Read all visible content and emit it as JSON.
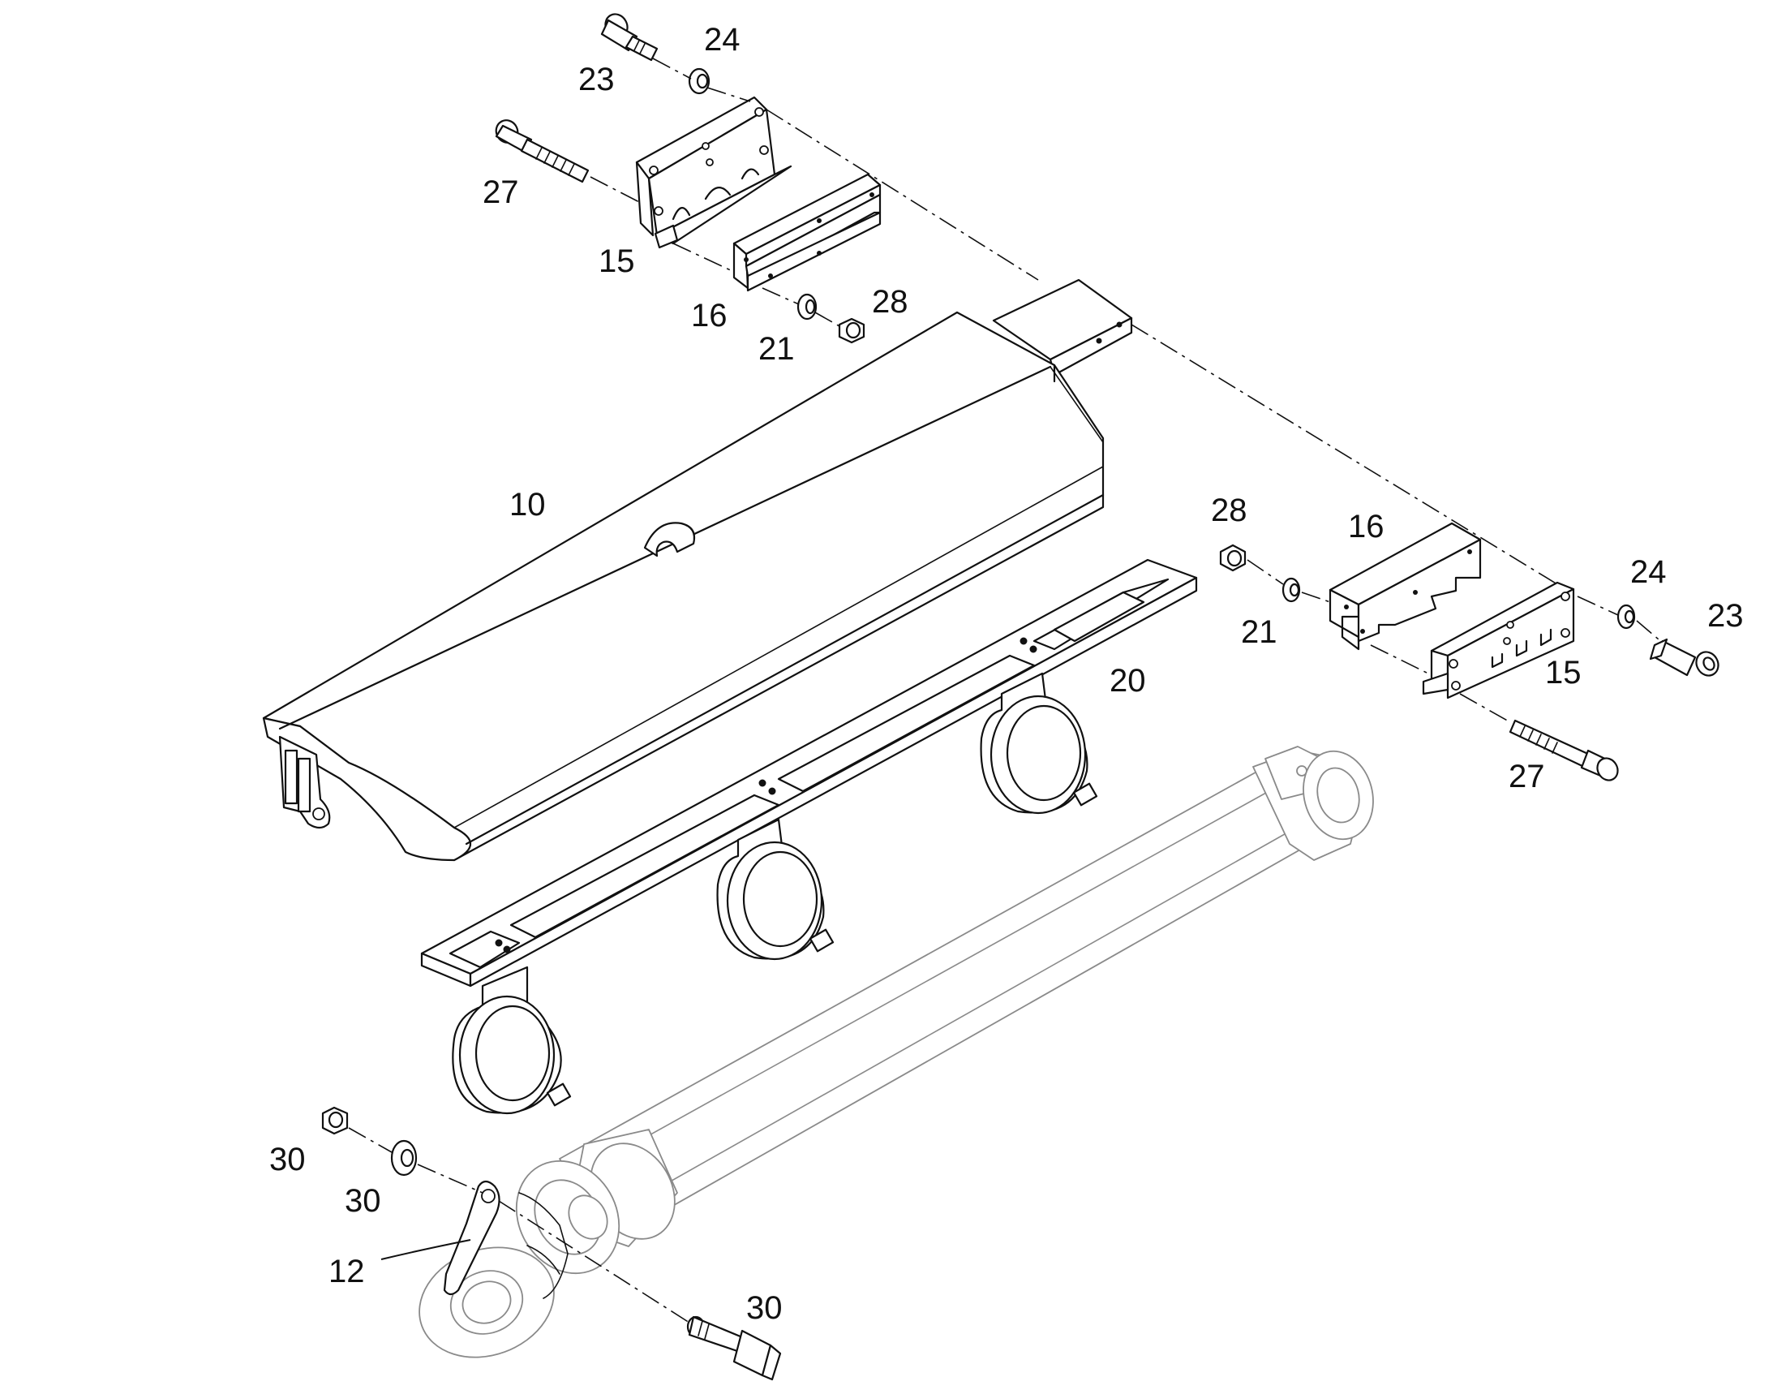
{
  "callouts": [
    {
      "id": "c23a",
      "text": "23"
    },
    {
      "id": "c24a",
      "text": "24"
    },
    {
      "id": "c27a",
      "text": "27"
    },
    {
      "id": "c15a",
      "text": "15"
    },
    {
      "id": "c16a",
      "text": "16"
    },
    {
      "id": "c21a",
      "text": "21"
    },
    {
      "id": "c28a",
      "text": "28"
    },
    {
      "id": "c10",
      "text": "10"
    },
    {
      "id": "c28b",
      "text": "28"
    },
    {
      "id": "c16b",
      "text": "16"
    },
    {
      "id": "c21b",
      "text": "21"
    },
    {
      "id": "c24b",
      "text": "24"
    },
    {
      "id": "c23b",
      "text": "23"
    },
    {
      "id": "c15b",
      "text": "15"
    },
    {
      "id": "c27b",
      "text": "27"
    },
    {
      "id": "c20",
      "text": "20"
    },
    {
      "id": "c30a",
      "text": "30"
    },
    {
      "id": "c30b",
      "text": "30"
    },
    {
      "id": "c12",
      "text": "12"
    },
    {
      "id": "c30c",
      "text": "30"
    }
  ]
}
